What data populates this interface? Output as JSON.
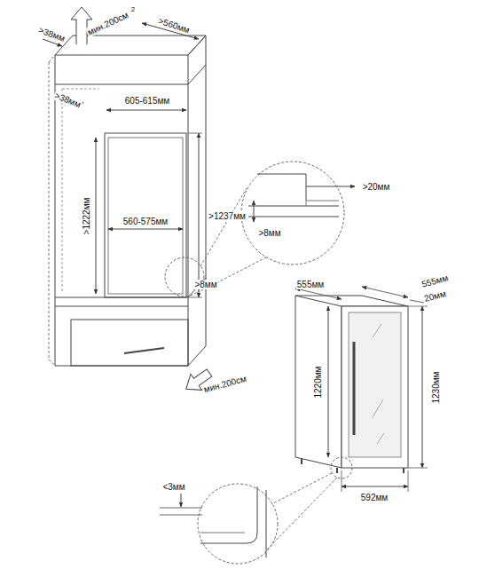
{
  "diagram": {
    "labels": [
      ">38мм",
      "мин.200см",
      "2",
      ">560мм",
      ">38мм",
      "605-615мм",
      ">20мм",
      ">1237мм",
      ">1222мм",
      "560-575мм",
      ">8мм",
      ">8мм",
      "555мм",
      "555мм",
      "20мм",
      "1220мм",
      "1230мм",
      "592мм",
      "мин.200см",
      "<3мм"
    ]
  }
}
